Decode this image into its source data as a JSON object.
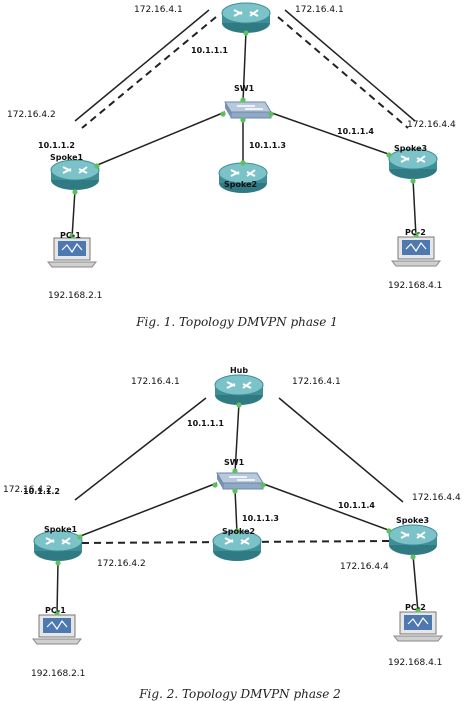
{
  "figures": [
    {
      "caption": "Fig. 1. Topology DMVPN phase 1",
      "hub": {
        "name": "",
        "ip_left": "172.16.4.1",
        "ip_right": "172.16.4.1",
        "tunnel_ip": "10.1.1.1"
      },
      "switch": {
        "name": "SW1"
      },
      "spoke1": {
        "name": "Spoke1",
        "public_ip": "172.16.4.2",
        "tunnel_ip": "10.1.1.2",
        "nbma_ip": ""
      },
      "spoke2": {
        "name": "Spoke2",
        "tunnel_ip": "10.1.1.3"
      },
      "spoke3": {
        "name": "Spoke3",
        "public_ip": "172.16.4.4",
        "tunnel_ip": "10.1.1.4",
        "nbma_ip": ""
      },
      "pc1": {
        "name": "PC-1",
        "ip": "192.168.2.1"
      },
      "pc2": {
        "name": "PC-2",
        "ip": "192.168.4.1"
      }
    },
    {
      "caption": "Fig. 2. Topology DMVPN phase 2",
      "hub": {
        "name": "Hub",
        "ip_left": "172.16.4.1",
        "ip_right": "172.16.4.1",
        "tunnel_ip": "10.1.1.1"
      },
      "switch": {
        "name": "SW1"
      },
      "spoke1": {
        "name": "Spoke1",
        "public_ip": "172.16.4.2",
        "tunnel_ip": "10.1.1.2",
        "nbma_ip": "172.16.4.2"
      },
      "spoke2": {
        "name": "Spoke2",
        "tunnel_ip": "10.1.1.3"
      },
      "spoke3": {
        "name": "Spoke3",
        "public_ip": "172.16.4.4",
        "tunnel_ip": "10.1.1.4",
        "nbma_ip": "172.16.4.4"
      },
      "pc1": {
        "name": "PC-1",
        "ip": "192.168.2.1"
      },
      "pc2": {
        "name": "PC-2",
        "ip": "192.168.4.1"
      }
    }
  ],
  "colors": {
    "router": "#3f8f97",
    "router_top": "#7cc3c9",
    "switch": "#8fa9c6",
    "link": "#444444",
    "port": "#5cc05c",
    "pc_screen": "#4d78b0"
  }
}
